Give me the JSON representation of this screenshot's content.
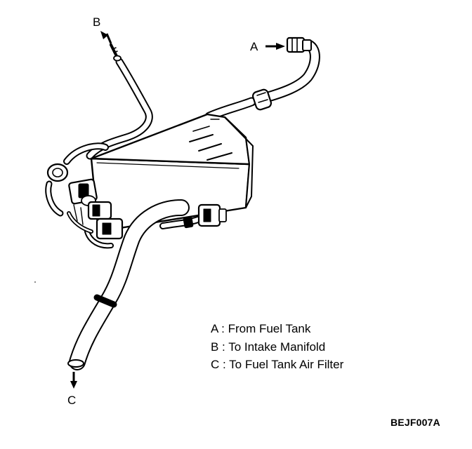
{
  "callouts": {
    "a": "A",
    "b": "B",
    "c": "C"
  },
  "legend": [
    "A : From Fuel Tank",
    "B : To Intake Manifold",
    "C : To Fuel Tank Air Filter"
  ],
  "figure_code": "BEJF007A"
}
